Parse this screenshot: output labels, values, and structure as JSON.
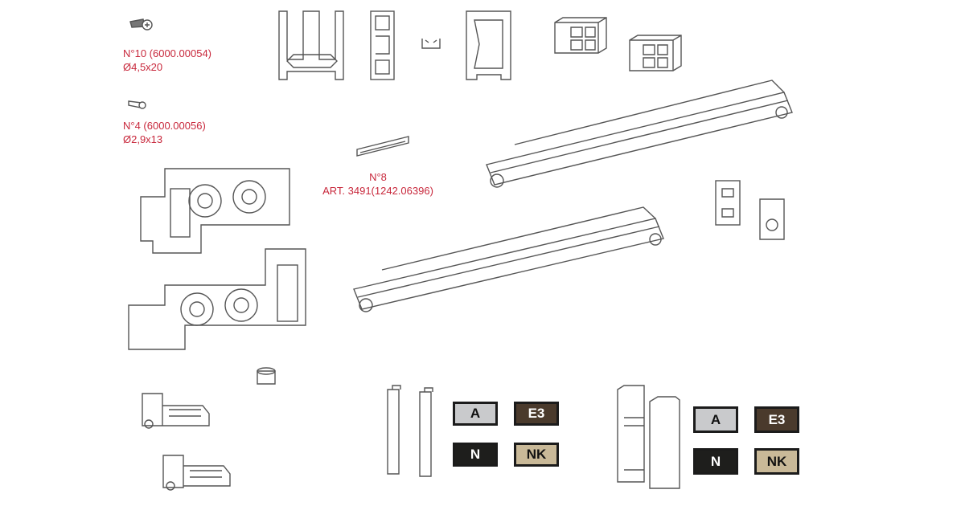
{
  "labels": {
    "screw_large_code": "N°10 (6000.00054)",
    "screw_large_size": "Ø4,5x20",
    "screw_small_code": "N°4 (6000.00056)",
    "screw_small_size": "Ø2,9x13",
    "clip_number": "N°8",
    "clip_article": "ART. 3491(1242.06396)"
  },
  "finish_swatches_left": [
    {
      "code": "A",
      "color": "#c9cacc"
    },
    {
      "code": "E3",
      "color": "#4a3a2c"
    },
    {
      "code": "N",
      "color": "#1e1e1c"
    },
    {
      "code": "NK",
      "color": "#c9b998"
    }
  ],
  "finish_swatches_right": [
    {
      "code": "A",
      "color": "#c9cacc"
    },
    {
      "code": "E3",
      "color": "#4a3a2c"
    },
    {
      "code": "N",
      "color": "#1e1e1c"
    },
    {
      "code": "NK",
      "color": "#c9b998"
    }
  ],
  "colors": {
    "label_red": "#c8283c",
    "line_gray": "#555555"
  }
}
